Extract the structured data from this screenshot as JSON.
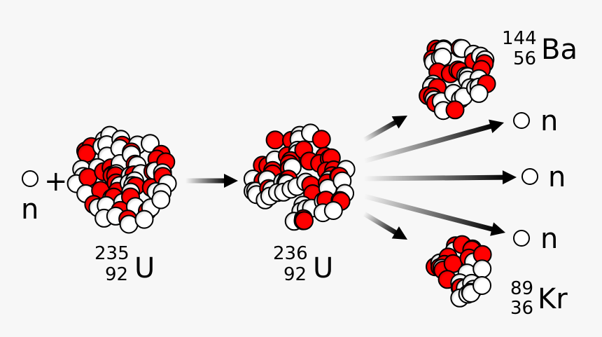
{
  "colors": {
    "proton": "#ff0000",
    "neutron": "#ffffff",
    "outline": "#000000",
    "background": "#f7f7f7"
  },
  "incoming": {
    "particle": "n",
    "plus": "+"
  },
  "nuclei": [
    {
      "id": "u235",
      "mass": "235",
      "atomic": "92",
      "symbol": "U"
    },
    {
      "id": "u236",
      "mass": "236",
      "atomic": "92",
      "symbol": "U"
    },
    {
      "id": "ba144",
      "mass": "144",
      "atomic": "56",
      "symbol": "Ba"
    },
    {
      "id": "kr89",
      "mass": "89",
      "atomic": "36",
      "symbol": "Kr"
    }
  ],
  "products": {
    "neutron_labels": [
      "n",
      "n",
      "n"
    ]
  }
}
